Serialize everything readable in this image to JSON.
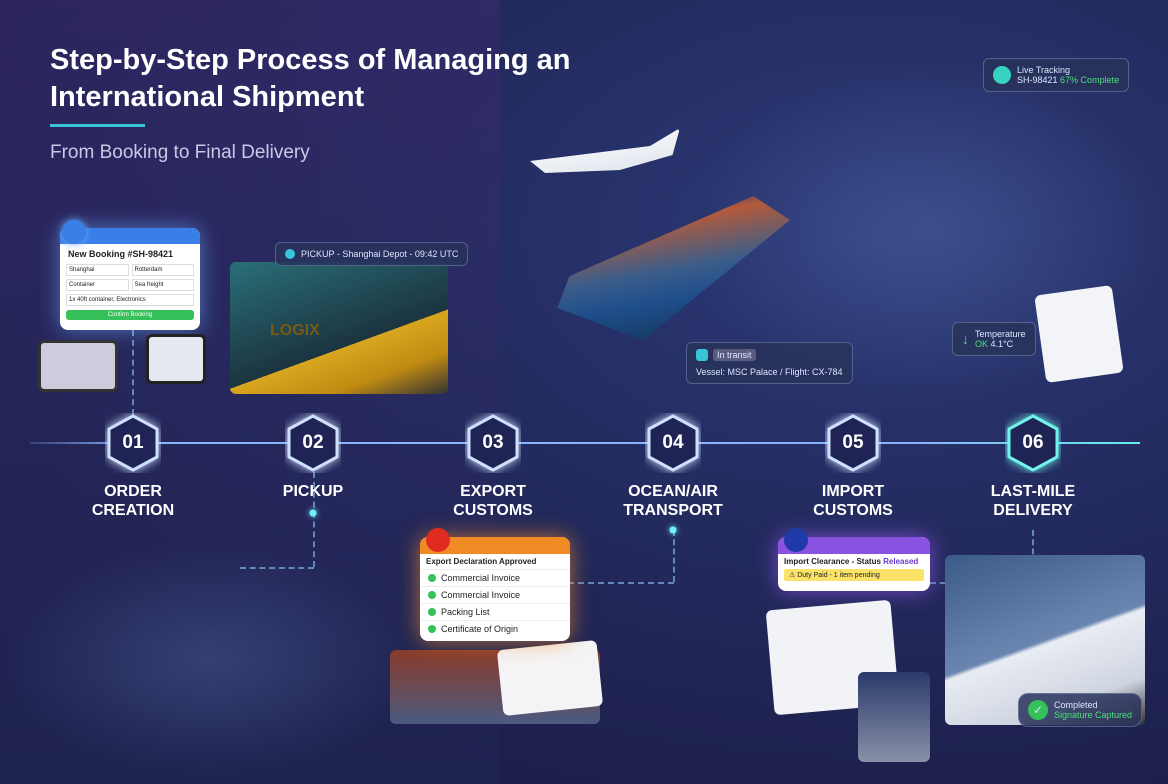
{
  "header": {
    "title": "Step-by-Step Process of Managing an International Shipment",
    "subtitle": "From Booking to Final Delivery"
  },
  "steps": [
    {
      "number": "01",
      "label": "ORDER CREATION"
    },
    {
      "number": "02",
      "label": "PICKUP"
    },
    {
      "number": "03",
      "label": "EXPORT CUSTOMS"
    },
    {
      "number": "04",
      "label": "OCEAN/AIR TRANSPORT"
    },
    {
      "number": "05",
      "label": "IMPORT CUSTOMS"
    },
    {
      "number": "06",
      "label": "LAST-MILE DELIVERY"
    }
  ],
  "booking_card": {
    "title": "New Booking #SH-98421",
    "fields": [
      "Shanghai",
      "Rotterdam",
      "Container",
      "Sea freight",
      "1x 40ft container, Electronics"
    ],
    "button": "Confirm Booking"
  },
  "pickup_chip": "PICKUP - Shanghai Depot - 09:42 UTC",
  "truck_brand": "LOGIX",
  "tracking_chip": {
    "title": "Live Tracking",
    "id": "SH-98421",
    "progress": "67% Complete"
  },
  "transit_chip": {
    "tag": "In transit",
    "text": "Vessel: MSC Palace / Flight: CX-784"
  },
  "temperature_chip": {
    "title": "Temperature",
    "status": "OK",
    "value": "4.1°C"
  },
  "export_card": {
    "title": "Export Declaration Approved",
    "items": [
      "Commercial Invoice",
      "Commercial Invoice",
      "Packing List",
      "Certificate of Origin"
    ]
  },
  "import_card": {
    "title": "Import Clearance - Status",
    "status": "Released",
    "alert": "Duty Paid - 1 item pending"
  },
  "delivery_chip": {
    "title": "Completed",
    "sub": "Signature Captured"
  },
  "colors": {
    "accent": "#36c6d8",
    "export": "#f08a24",
    "import": "#8a52e0",
    "success": "#35c05a"
  }
}
